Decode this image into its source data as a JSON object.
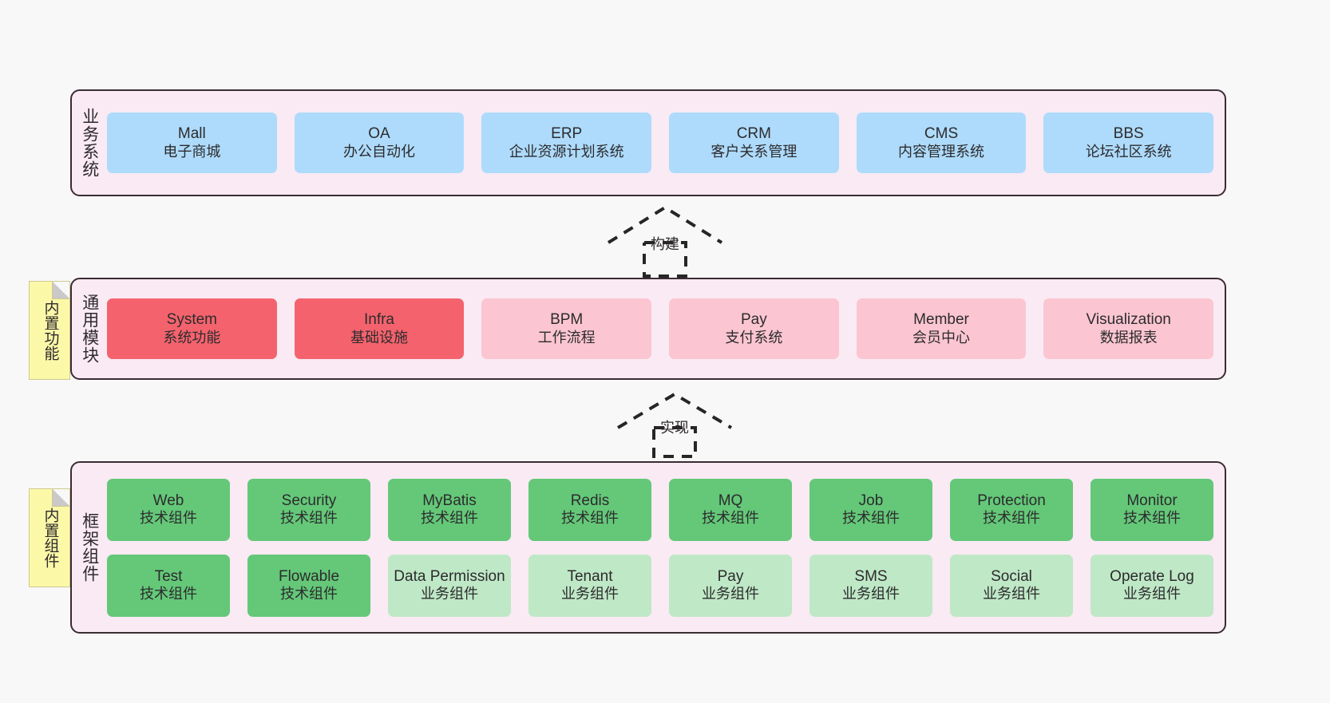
{
  "diagram": {
    "title": "",
    "background": "#f8f8f8",
    "palette": {
      "band_fill": "#f9eaf4",
      "band_border": "#3b2c33",
      "blue": "#aedbfb",
      "red": "#f4636d",
      "pink": "#fbc6d1",
      "green": "#64c878",
      "light_green": "#bfe8c6",
      "note_yellow": "#fbf8a8",
      "text": "#2c2b2e"
    }
  },
  "layers": {
    "business": {
      "title": "业务系统",
      "nodes": [
        {
          "name": "Mall",
          "desc": "电子商城",
          "color": "blue"
        },
        {
          "name": "OA",
          "desc": "办公自动化",
          "color": "blue"
        },
        {
          "name": "ERP",
          "desc": "企业资源计划系统",
          "color": "blue"
        },
        {
          "name": "CRM",
          "desc": "客户关系管理",
          "color": "blue"
        },
        {
          "name": "CMS",
          "desc": "内容管理系统",
          "color": "blue"
        },
        {
          "name": "BBS",
          "desc": "论坛社区系统",
          "color": "blue"
        }
      ]
    },
    "common": {
      "title": "通用模块",
      "note": "内置功能",
      "nodes": [
        {
          "name": "System",
          "desc": "系统功能",
          "color": "red"
        },
        {
          "name": "Infra",
          "desc": "基础设施",
          "color": "red"
        },
        {
          "name": "BPM",
          "desc": "工作流程",
          "color": "pink"
        },
        {
          "name": "Pay",
          "desc": "支付系统",
          "color": "pink"
        },
        {
          "name": "Member",
          "desc": "会员中心",
          "color": "pink"
        },
        {
          "name": "Visualization",
          "desc": "数据报表",
          "color": "pink"
        }
      ]
    },
    "framework": {
      "title": "框架组件",
      "note": "内置组件",
      "row1": [
        {
          "name": "Web",
          "desc": "技术组件",
          "color": "green"
        },
        {
          "name": "Security",
          "desc": "技术组件",
          "color": "green"
        },
        {
          "name": "MyBatis",
          "desc": "技术组件",
          "color": "green"
        },
        {
          "name": "Redis",
          "desc": "技术组件",
          "color": "green"
        },
        {
          "name": "MQ",
          "desc": "技术组件",
          "color": "green"
        },
        {
          "name": "Job",
          "desc": "技术组件",
          "color": "green"
        },
        {
          "name": "Protection",
          "desc": "技术组件",
          "color": "green"
        },
        {
          "name": "Monitor",
          "desc": "技术组件",
          "color": "green"
        }
      ],
      "row2": [
        {
          "name": "Test",
          "desc": "技术组件",
          "color": "green"
        },
        {
          "name": "Flowable",
          "desc": "技术组件",
          "color": "green"
        },
        {
          "name": "Data Permission",
          "desc": "业务组件",
          "color": "lightgreen"
        },
        {
          "name": "Tenant",
          "desc": "业务组件",
          "color": "lightgreen"
        },
        {
          "name": "Pay",
          "desc": "业务组件",
          "color": "lightgreen"
        },
        {
          "name": "SMS",
          "desc": "业务组件",
          "color": "lightgreen"
        },
        {
          "name": "Social",
          "desc": "业务组件",
          "color": "lightgreen"
        },
        {
          "name": "Operate Log",
          "desc": "业务组件",
          "color": "lightgreen"
        }
      ]
    }
  },
  "connectors": [
    {
      "id": "build",
      "label": "构建",
      "style": "dashed-generalization",
      "direction": "up",
      "from": "通用模块",
      "to": "业务系统"
    },
    {
      "id": "implement",
      "label": "实现",
      "style": "dashed-generalization",
      "direction": "up",
      "from": "框架组件",
      "to": "通用模块"
    }
  ]
}
